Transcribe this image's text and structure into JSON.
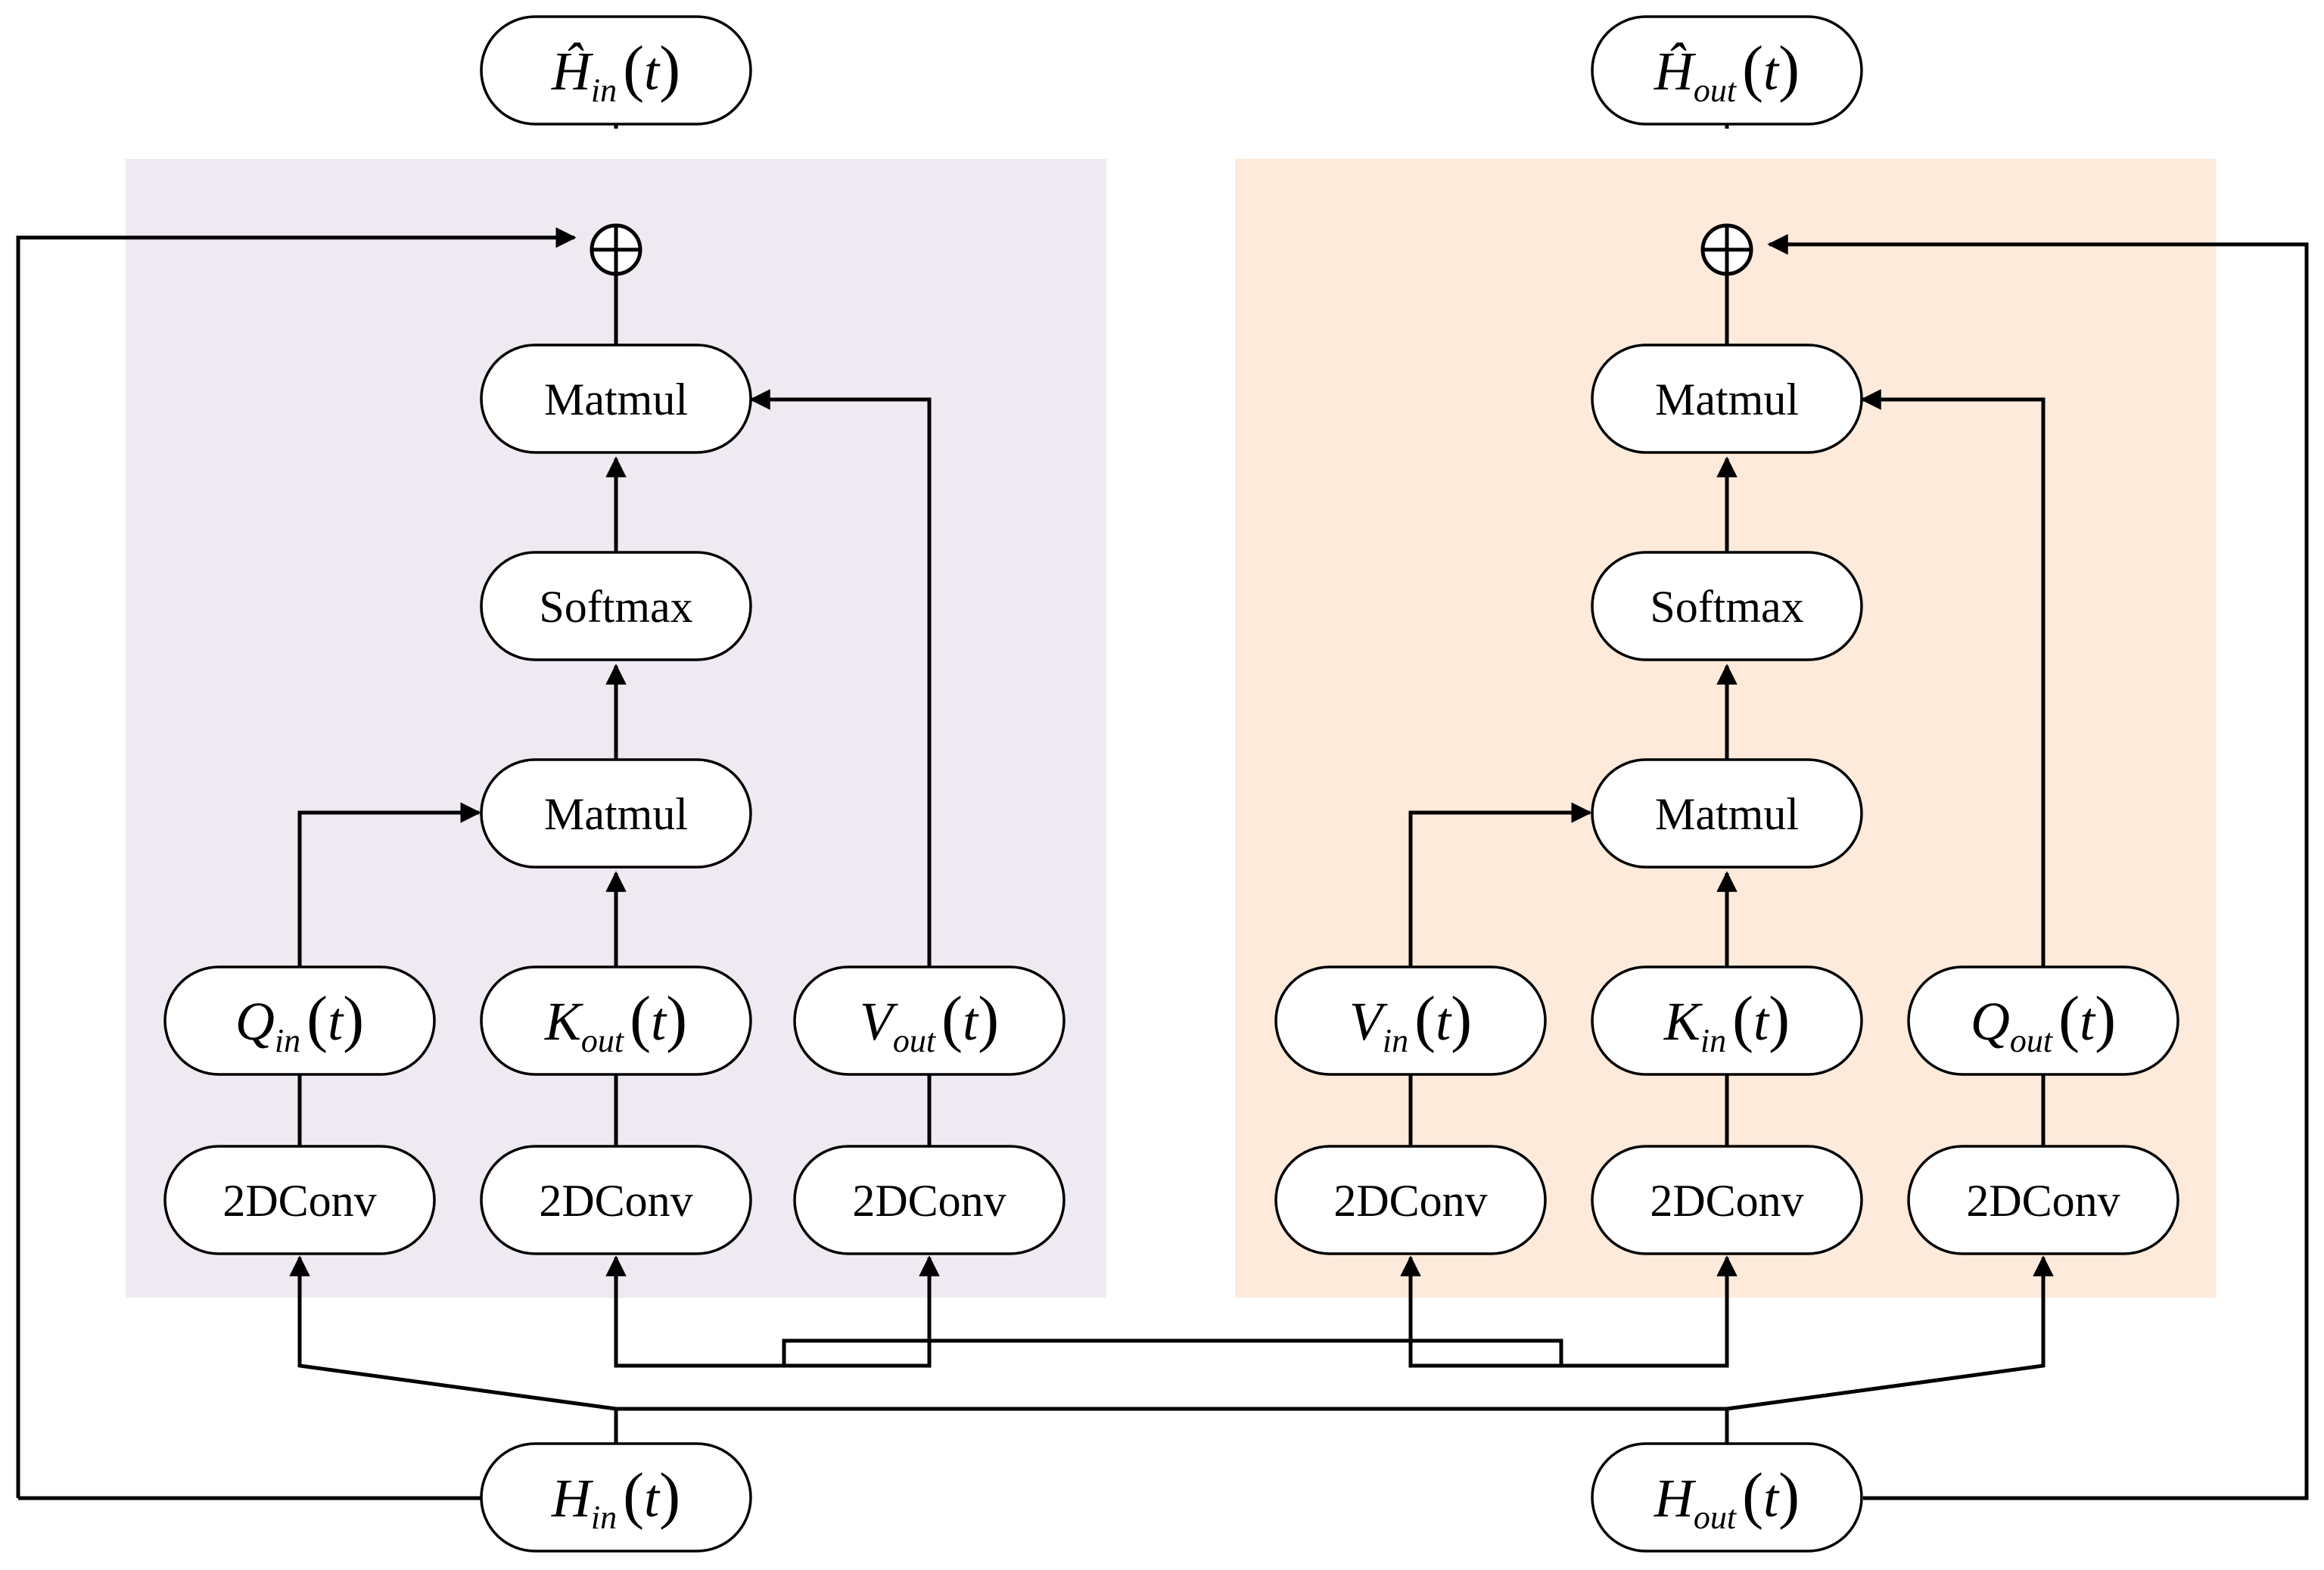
{
  "colors": {
    "left_panel": "#efe9f1",
    "right_panel": "#fdeadb",
    "line": "#000000"
  },
  "left": {
    "output": {
      "sym": "Ĥ",
      "sub": "in",
      "arg": "t"
    },
    "matmul_top": "Matmul",
    "softmax": "Softmax",
    "matmul_bottom": "Matmul",
    "q": {
      "sym": "Q",
      "sub": "in",
      "arg": "t"
    },
    "k": {
      "sym": "K",
      "sub": "out",
      "arg": "t"
    },
    "v": {
      "sym": "V",
      "sub": "out",
      "arg": "t"
    },
    "conv": [
      "2DConv",
      "2DConv",
      "2DConv"
    ],
    "input": {
      "sym": "H",
      "sub": "in",
      "arg": "t"
    }
  },
  "right": {
    "output": {
      "sym": "Ĥ",
      "sub": "out",
      "arg": "t"
    },
    "matmul_top": "Matmul",
    "softmax": "Softmax",
    "matmul_bottom": "Matmul",
    "v": {
      "sym": "V",
      "sub": "in",
      "arg": "t"
    },
    "k": {
      "sym": "K",
      "sub": "in",
      "arg": "t"
    },
    "q": {
      "sym": "Q",
      "sub": "out",
      "arg": "t"
    },
    "conv": [
      "2DConv",
      "2DConv",
      "2DConv"
    ],
    "input": {
      "sym": "H",
      "sub": "out",
      "arg": "t"
    }
  }
}
